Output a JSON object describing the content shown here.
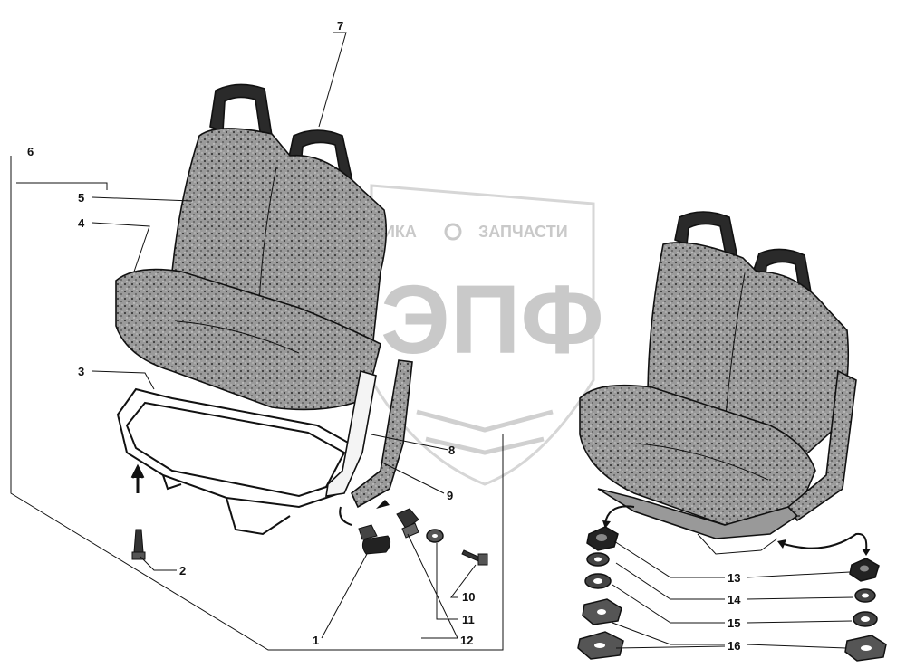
{
  "watermark": {
    "left_word": "НИКА",
    "right_word": "ЗАПЧАСТИ",
    "big_letters": "ЭПФ"
  },
  "callouts": {
    "c1": "1",
    "c2": "2",
    "c3": "3",
    "c4": "4",
    "c5": "5",
    "c6": "6",
    "c7": "7",
    "c8": "8",
    "c9": "9",
    "c10": "10",
    "c11": "11",
    "c12": "12",
    "c13": "13",
    "c14": "14",
    "c15": "15",
    "c16": "16"
  },
  "colors": {
    "ink": "#111111",
    "seat_fill": "#8a8a8a",
    "headrest": "#2a2a2a",
    "watermark": "#c9c9c9"
  }
}
